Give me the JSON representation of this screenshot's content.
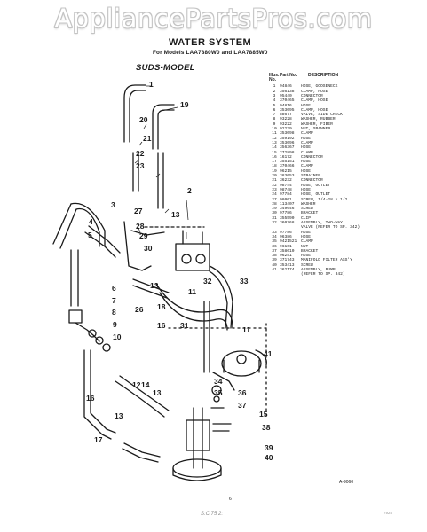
{
  "watermark": "AppliancePartsPros.com",
  "title": "WATER SYSTEM",
  "subtitle": "For Models LAA7880W0 and LAA7885W0",
  "section": "SUDS-MODEL",
  "table_headers": {
    "illus": "Illus. No.",
    "part": "Part No.",
    "desc": "DESCRIPTION"
  },
  "parts": [
    {
      "no": "1",
      "part": "94846",
      "desc": "HOSE, GOOSENECK"
    },
    {
      "no": "2",
      "part": "356138",
      "desc": "CLAMP, HOSE"
    },
    {
      "no": "3",
      "part": "95440",
      "desc": "CONNECTOR"
    },
    {
      "no": "4",
      "part": "370465",
      "desc": "CLAMP, HOSE"
    },
    {
      "no": "5",
      "part": "94816",
      "desc": "HOSE"
    },
    {
      "no": "6",
      "part": "353095",
      "desc": "CLAMP, HOSE"
    },
    {
      "no": "7",
      "part": "88677",
      "desc": "VALVE, SIDE CHECK"
    },
    {
      "no": "8",
      "part": "93228",
      "desc": "WASHER, RUBBER"
    },
    {
      "no": "9",
      "part": "93222",
      "desc": "WASHER, FIBER"
    },
    {
      "no": "10",
      "part": "92229",
      "desc": "NUT, SPANNER"
    },
    {
      "no": "11",
      "part": "353098",
      "desc": "CLAMP"
    },
    {
      "no": "12",
      "part": "359192",
      "desc": "HOSE"
    },
    {
      "no": "13",
      "part": "353096",
      "desc": "CLAMP"
    },
    {
      "no": "14",
      "part": "356367",
      "desc": "HOSE"
    },
    {
      "no": "15",
      "part": "272898",
      "desc": "CLAMP"
    },
    {
      "no": "16",
      "part": "16172",
      "desc": "CONNECTOR"
    },
    {
      "no": "17",
      "part": "355151",
      "desc": "HOSE"
    },
    {
      "no": "18",
      "part": "370466",
      "desc": "CLAMP"
    },
    {
      "no": "19",
      "part": "96215",
      "desc": "HOSE"
    },
    {
      "no": "20",
      "part": "383053",
      "desc": "STRAINER"
    },
    {
      "no": "21",
      "part": "36232",
      "desc": "CONNECTOR"
    },
    {
      "no": "22",
      "part": "98744",
      "desc": "HOSE, OUTLET"
    },
    {
      "no": "23",
      "part": "98748",
      "desc": "HOSE"
    },
    {
      "no": "24",
      "part": "97784",
      "desc": "HOSE, OUTLET"
    },
    {
      "no": "27",
      "part": "98001",
      "desc": "SCREW, 1/4-28 x 1/2"
    },
    {
      "no": "28",
      "part": "113407",
      "desc": "WASHER"
    },
    {
      "no": "29",
      "part": "349646",
      "desc": "SCREW"
    },
    {
      "no": "30",
      "part": "97786",
      "desc": "BRACKET"
    },
    {
      "no": "31",
      "part": "355590",
      "desc": "CLIP"
    },
    {
      "no": "32",
      "part": "360768",
      "desc": "ASSEMBLY, TWO-WAY"
    },
    {
      "no": "",
      "part": "",
      "desc": "VALVE (REFER TO SP. 342)"
    },
    {
      "no": "33",
      "part": "97786",
      "desc": "HOSE"
    },
    {
      "no": "34",
      "part": "96386",
      "desc": "HOSE"
    },
    {
      "no": "35",
      "part": "9421521",
      "desc": "CLAMP"
    },
    {
      "no": "36",
      "part": "96101",
      "desc": "NUT"
    },
    {
      "no": "37",
      "part": "358610",
      "desc": "BRACKET"
    },
    {
      "no": "38",
      "part": "96251",
      "desc": "HOSE"
    },
    {
      "no": "39",
      "part": "371743",
      "desc": "MANIFOLD FILTER ASS'Y"
    },
    {
      "no": "",
      "part": "",
      "desc": ""
    },
    {
      "no": "40",
      "part": "353413",
      "desc": "SCREW"
    },
    {
      "no": "41",
      "part": "362174",
      "desc": "ASSEMBLY, PUMP"
    },
    {
      "no": "",
      "part": "",
      "desc": "(REFER TO SP. 342)"
    }
  ],
  "callouts": [
    "1",
    "19",
    "20",
    "21",
    "22",
    "23",
    "2",
    "13",
    "27",
    "28",
    "29",
    "30",
    "3",
    "4",
    "5",
    "6",
    "7",
    "8",
    "9",
    "10",
    "11",
    "13",
    "26",
    "18",
    "16",
    "32",
    "33",
    "31",
    "11",
    "41",
    "12",
    "14",
    "13",
    "16",
    "34",
    "35",
    "36",
    "37",
    "15",
    "38",
    "39",
    "40",
    "17",
    "13"
  ],
  "page_number": "6",
  "figure_code": "A-9060",
  "scribble": "S:C 75 2:",
  "corner_mark": "7925"
}
